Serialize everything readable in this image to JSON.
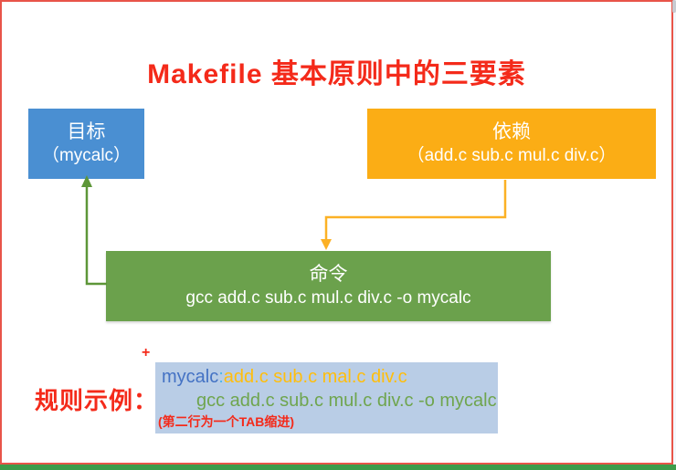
{
  "window": {
    "background": "#ffffff",
    "border_color": "#e85449",
    "bottom_bar_color": "#3d9c4a"
  },
  "title": {
    "text": "Makefile 基本原则中的三要素",
    "color": "#f42a1a"
  },
  "diagram": {
    "target_box": {
      "label": "目标",
      "value": "（mycalc）",
      "bg_color": "#4a8fd2",
      "text_color": "#ffffff"
    },
    "dependency_box": {
      "label": "依赖",
      "value": "（add.c sub.c mul.c div.c）",
      "bg_color": "#fbad15",
      "text_color": "#ffffff"
    },
    "command_box": {
      "label": "命令",
      "value": "gcc add.c sub.c mul.c div.c -o mycalc",
      "bg_color": "#6ba14c",
      "text_color": "#ffffff"
    },
    "command_to_target_arrow_color": "#5d9638",
    "dependency_to_command_arrow_color": "#fcb125"
  },
  "example": {
    "plus_mark": {
      "text": "+",
      "color": "#f42a1a"
    },
    "heading": {
      "text": "规则示例：",
      "color": "#f42a1a"
    },
    "code_box": {
      "bg_color": "#b9cde6",
      "line1": {
        "target": {
          "text": "mycalc",
          "color": "#4472c4"
        },
        "colon": {
          "text": ":",
          "color": "#4db8ea"
        },
        "dependencies": {
          "text": "add.c sub.c mal.c div.c",
          "color": "#ffbe0d"
        }
      },
      "line2": {
        "text": "gcc add.c sub.c mul.c div.c -o mycalc",
        "color": "#6fa54e"
      },
      "line3": {
        "text": "(第二行为一个TAB缩进)",
        "color": "#f42a1a"
      }
    }
  }
}
